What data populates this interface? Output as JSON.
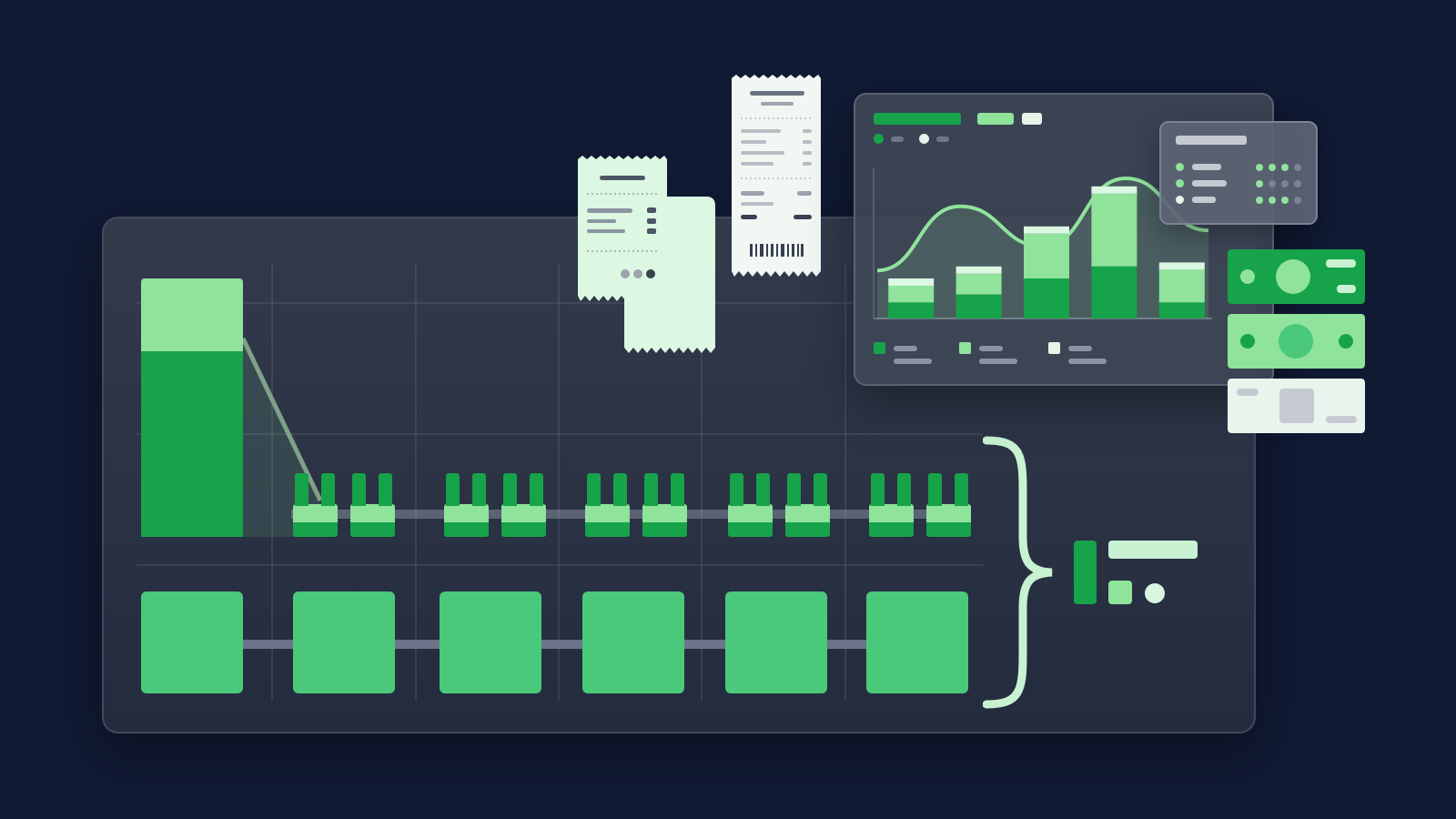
{
  "colors": {
    "background": "#101a33",
    "panel": "#2c3446",
    "green_dark": "#16a34a",
    "green_mid": "#4ac97a",
    "green_light": "#8fe39b",
    "mint_paper": "#dcf7e2",
    "paper_white": "#f2f7f3"
  },
  "icons": {
    "brace": "curly-brace-icon",
    "receipt": "receipt-icon",
    "barcode": "barcode-icon",
    "bill": "banknote-icon",
    "chart": "bar-chart-icon"
  },
  "chart_data": {
    "type": "bar",
    "categories": [
      "",
      "",
      "",
      "",
      ""
    ],
    "series": [
      {
        "values": [
          1.0,
          1.3,
          2.3,
          3.3,
          1.4
        ]
      },
      {
        "values": [
          0.4,
          0.6,
          1.0,
          1.3,
          0.4
        ]
      }
    ],
    "trend_line": [
      1.2,
      2.8,
      1.8,
      3.5,
      2.2
    ],
    "ylim": [
      0,
      4
    ],
    "grid": false,
    "legend": "bottom"
  }
}
